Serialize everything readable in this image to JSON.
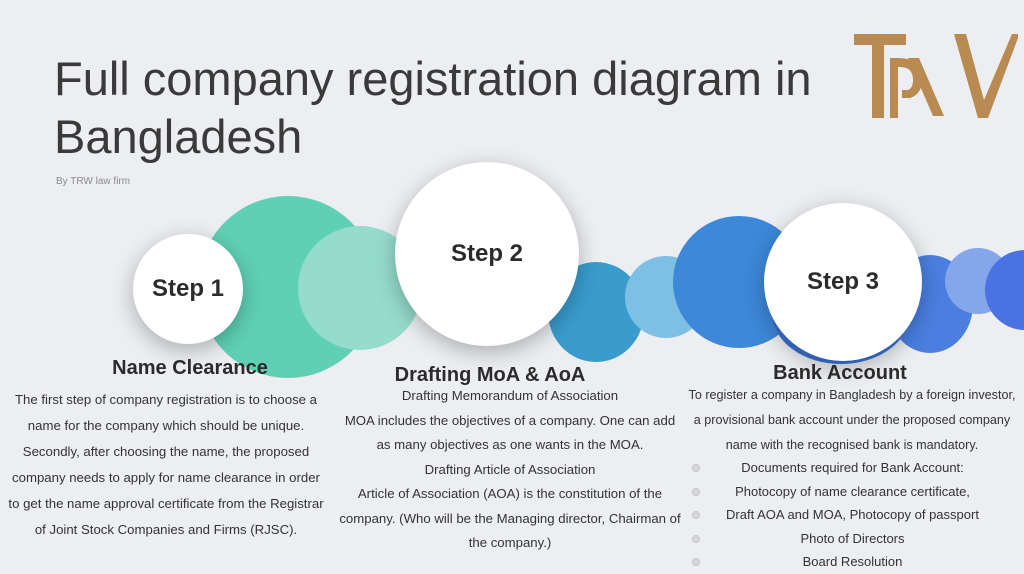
{
  "header": {
    "title": "Full company registration diagram in Bangladesh",
    "byline": "By TRW law firm",
    "logo_text": "TRW"
  },
  "colors": {
    "teal_dark": "#5fd0b6",
    "teal_light": "#95dccc",
    "cyan_dark": "#3a9ccd",
    "cyan_light": "#7ec0e3",
    "blue_dark": "#3a80d6",
    "blue_mid": "#4a7fe0",
    "blue_light": "#85a6ea",
    "logo_gold": "#b98a52"
  },
  "steps": [
    {
      "label": "Step 1",
      "heading": "Name Clearance",
      "paragraphs": [
        "The first step of company registration is to choose a name for the company which should be unique. Secondly, after choosing the name, the proposed company needs to apply for name clearance in order to get the name approval certificate from the Registrar of Joint Stock Companies and Firms (RJSC)."
      ]
    },
    {
      "label": "Step 2",
      "heading": "Drafting MoA & AoA",
      "paragraphs": [
        "Drafting Memorandum of Association",
        "MOA includes the objectives of a company.  One can add as many objectives as one wants in the MOA.",
        "Drafting Article of Association",
        "Article of Association (AOA) is the constitution of the company. (Who will be the Managing director, Chairman of the company.)"
      ]
    },
    {
      "label": "Step 3",
      "heading": "Bank Account",
      "paragraphs": [
        "To register a company in Bangladesh by a foreign investor, a provisional bank account under the proposed company name with the recognised bank is mandatory."
      ],
      "bullets": [
        "Documents required for Bank Account:",
        "Photocopy of name clearance certificate,",
        "Draft AOA and MOA, Photocopy of passport",
        "Photo of Directors",
        "Board Resolution"
      ]
    }
  ]
}
